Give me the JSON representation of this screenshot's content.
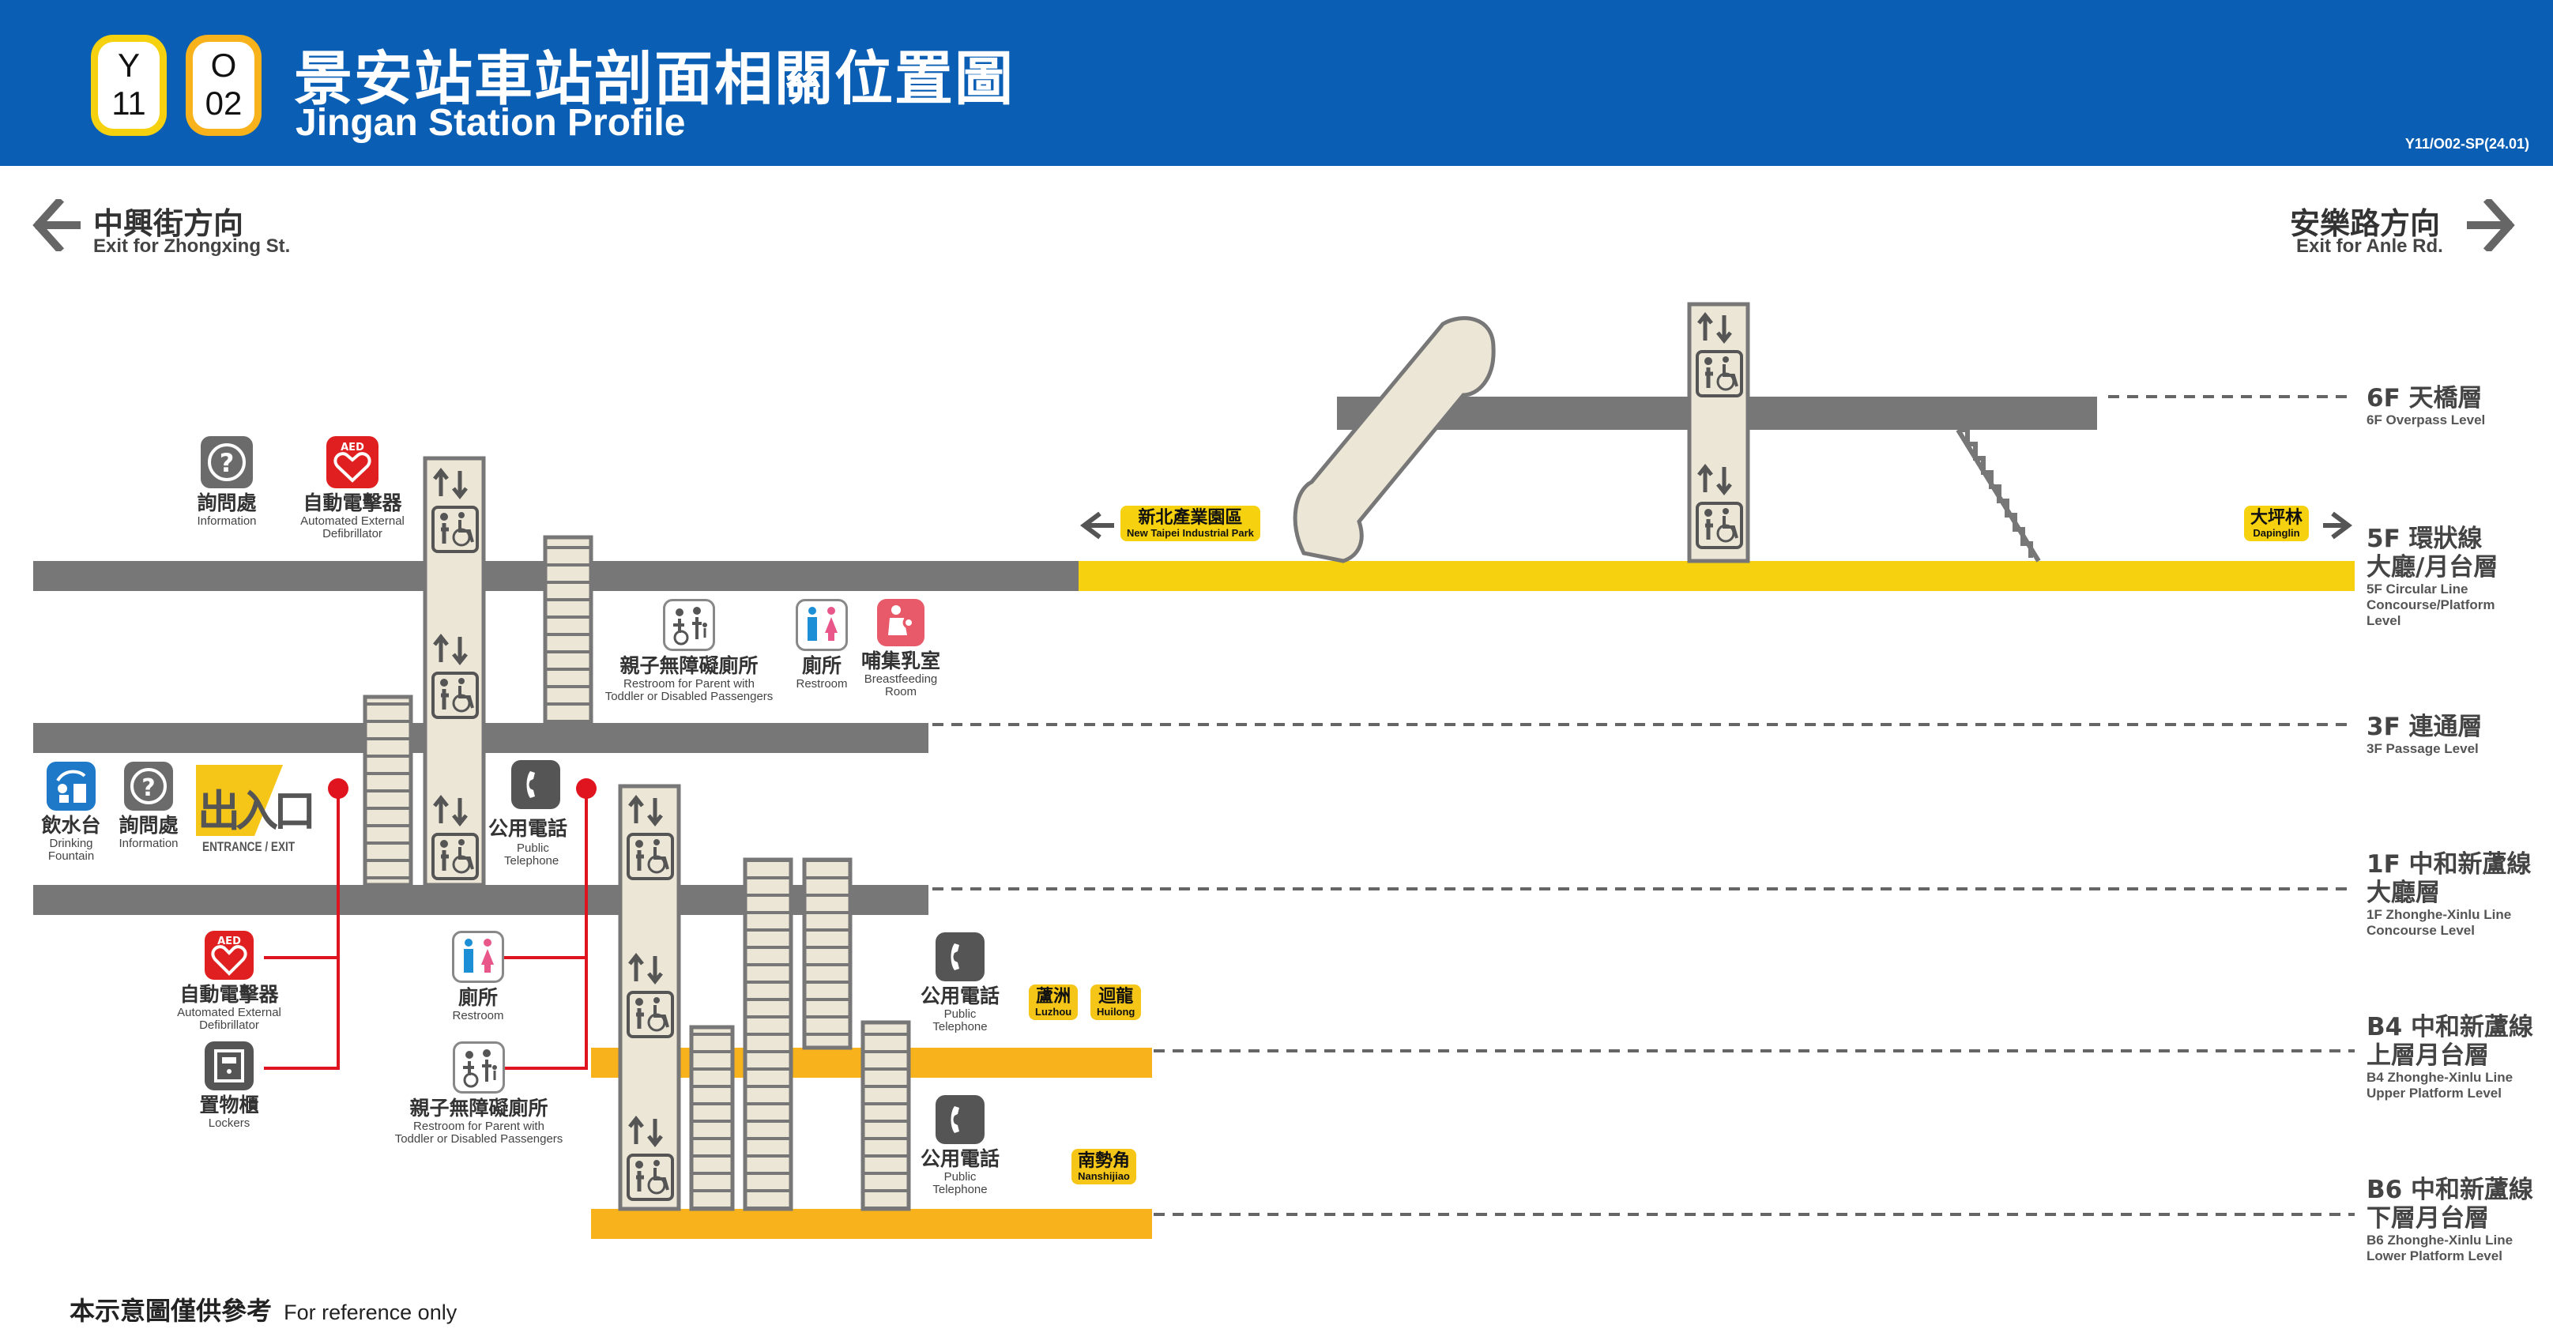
{
  "header": {
    "badges": [
      {
        "line": "Y",
        "num": "11"
      },
      {
        "line": "O",
        "num": "02"
      }
    ],
    "title_zh": "景安站車站剖面相關位置圖",
    "title_en": "Jingan Station Profile",
    "code": "Y11/O02-SP(24.01)"
  },
  "directions": {
    "left": {
      "zh": "中興街方向",
      "en": "Exit for Zhongxing St."
    },
    "right": {
      "zh": "安樂路方向",
      "en": "Exit for Anle Rd."
    }
  },
  "floors": [
    {
      "id": "6f",
      "zh": [
        "6F 天橋層"
      ],
      "en": [
        "6F Overpass Level"
      ]
    },
    {
      "id": "5f",
      "zh": [
        "5F 環狀線",
        "大廳/月台層"
      ],
      "en": [
        "5F Circular Line",
        "Concourse/Platform",
        "Level"
      ]
    },
    {
      "id": "3f",
      "zh": [
        "3F 連通層"
      ],
      "en": [
        "3F Passage Level"
      ]
    },
    {
      "id": "1f",
      "zh": [
        "1F 中和新蘆線",
        "大廳層"
      ],
      "en": [
        "1F Zhonghe-Xinlu Line",
        "Concourse Level"
      ]
    },
    {
      "id": "b4",
      "zh": [
        "B4 中和新蘆線",
        "上層月台層"
      ],
      "en": [
        "B4 Zhonghe-Xinlu Line",
        "Upper Platform Level"
      ]
    },
    {
      "id": "b6",
      "zh": [
        "B6 中和新蘆線",
        "下層月台層"
      ],
      "en": [
        "B6 Zhonghe-Xinlu Line",
        "Lower Platform Level"
      ]
    }
  ],
  "facilities": {
    "info_5f": {
      "zh": "詢問處",
      "en": [
        "Information"
      ]
    },
    "aed_5f": {
      "zh": "自動電擊器",
      "en": [
        "Automated External",
        "Defibrillator"
      ]
    },
    "family_3f": {
      "zh": "親子無障礙廁所",
      "en": [
        "Restroom for Parent with",
        "Toddler or Disabled Passengers"
      ]
    },
    "restroom_3f": {
      "zh": "廁所",
      "en": [
        "Restroom"
      ]
    },
    "nursing_3f": {
      "zh": "哺集乳室",
      "en": [
        "Breastfeeding",
        "Room"
      ]
    },
    "fountain_1f": {
      "zh": "飲水台",
      "en": [
        "Drinking",
        "Fountain"
      ]
    },
    "info_1f": {
      "zh": "詢問處",
      "en": [
        "Information"
      ]
    },
    "phone_1f": {
      "zh": "公用電話",
      "en": [
        "Public",
        "Telephone"
      ]
    },
    "aed_1f": {
      "zh": "自動電擊器",
      "en": [
        "Automated External",
        "Defibrillator"
      ]
    },
    "lockers_1f": {
      "zh": "置物櫃",
      "en": [
        "Lockers"
      ]
    },
    "restroom_1f": {
      "zh": "廁所",
      "en": [
        "Restroom"
      ]
    },
    "family_1f": {
      "zh": "親子無障礙廁所",
      "en": [
        "Restroom for Parent with",
        "Toddler or Disabled Passengers"
      ]
    },
    "phone_b4": {
      "zh": "公用電話",
      "en": [
        "Public",
        "Telephone"
      ]
    },
    "phone_b6": {
      "zh": "公用電話",
      "en": [
        "Public",
        "Telephone"
      ]
    }
  },
  "entrance": {
    "zh": "出入口",
    "en": "ENTRANCE / EXIT"
  },
  "aed_label": "AED",
  "destinations": {
    "xinbei": {
      "zh": "新北產業園區",
      "en": "New Taipei Industrial Park"
    },
    "dapinglin": {
      "zh": "大坪林",
      "en": "Dapinglin"
    },
    "luzhou": {
      "zh": "蘆洲",
      "en": "Luzhou"
    },
    "huilong": {
      "zh": "迴龍",
      "en": "Huilong"
    },
    "nanshijiao": {
      "zh": "南勢角",
      "en": "Nanshijiao"
    }
  },
  "footer": {
    "zh": "本示意圖僅供參考",
    "en": "For reference only"
  },
  "colors": {
    "header_blue": "#0a5fb4",
    "circular_line_yellow": "#f5d10f",
    "zhonghe_xinlu_orange": "#f7b21c",
    "slab_gray": "#777777",
    "lift_beige": "#ece6d6",
    "connector_red": "#e0141e",
    "aed_red": "#e02020",
    "fountain_blue": "#1e7ac8",
    "restroom_blue": "#1c8fd6",
    "restroom_pink": "#e8568a",
    "nursing_pink": "#e85a6a"
  },
  "icons": [
    "arrow-left-icon",
    "arrow-right-icon",
    "question-icon",
    "aed-heart-icon",
    "family-restroom-icon",
    "restroom-icon",
    "breastfeeding-icon",
    "drinking-fountain-icon",
    "telephone-icon",
    "locker-icon",
    "elevator-up-down-icon",
    "wheelchair-icon"
  ]
}
